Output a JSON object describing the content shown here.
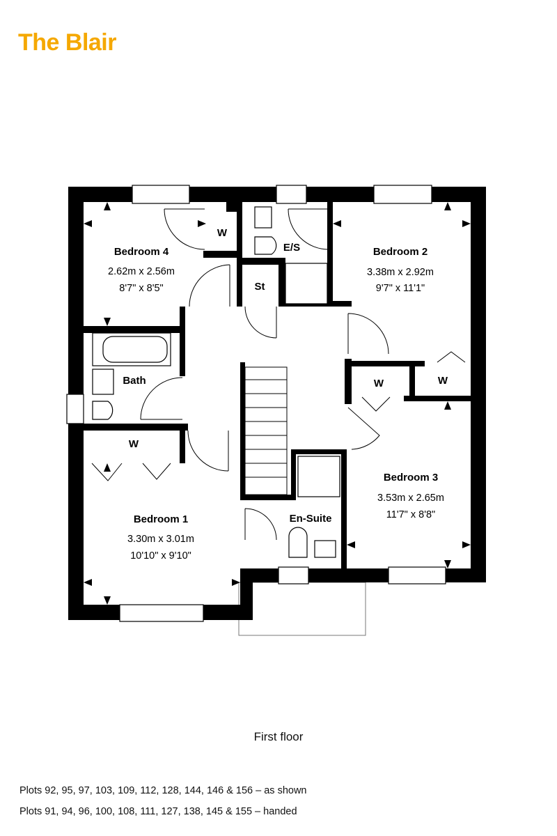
{
  "header": {
    "title": "The Blair"
  },
  "colors": {
    "brand": "#F5A800",
    "wall": "#000000"
  },
  "rooms": {
    "bedroom4": {
      "name": "Bedroom 4",
      "metric": "2.62m x 2.56m",
      "imperial": "8'7\" x 8'5\""
    },
    "bedroom2": {
      "name": "Bedroom 2",
      "metric": "3.38m x 2.92m",
      "imperial": "9'7\" x 11'1\""
    },
    "bedroom3": {
      "name": "Bedroom 3",
      "metric": "3.53m x 2.65m",
      "imperial": "11'7\" x 8'8\""
    },
    "bedroom1": {
      "name": "Bedroom 1",
      "metric": "3.30m x 3.01m",
      "imperial": "10'10\" x 9'10\""
    },
    "bath": {
      "name": "Bath"
    },
    "ensuite_small": {
      "name": "E/S"
    },
    "store": {
      "name": "St"
    },
    "ensuite": {
      "name": "En-Suite"
    },
    "wardrobe": {
      "name": "W"
    }
  },
  "floor_label": "First floor",
  "notes": [
    "Plots 92, 95, 97, 103, 109, 112, 128, 144, 146 & 156 – as shown",
    "Plots 91, 94, 96, 100, 108, 111, 127, 138, 145 & 155 – handed"
  ]
}
